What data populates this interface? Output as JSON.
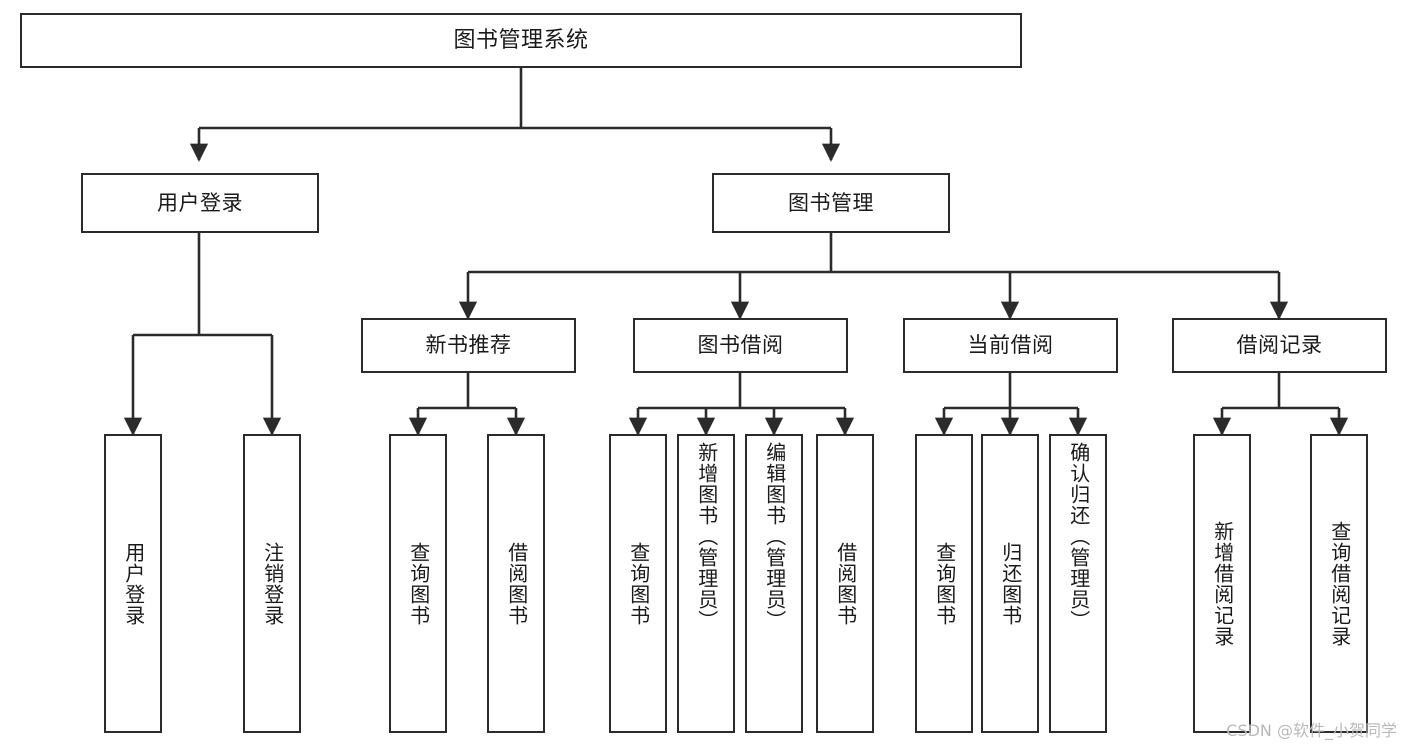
{
  "diagram": {
    "title": "图书管理系统",
    "type": "tree",
    "watermark": "CSDN @软件_小贺同学",
    "colors": {
      "box_border": "#2b2b2b",
      "box_fill": "#ffffff",
      "line": "#2b2b2b",
      "text": "#1a1a1a",
      "watermark": "#b9b9b9",
      "background": "#ffffff"
    },
    "levels": {
      "root": {
        "label": "图书管理系统"
      },
      "level2": [
        {
          "label": "用户登录"
        },
        {
          "label": "图书管理"
        }
      ],
      "level3": [
        {
          "label": "新书推荐"
        },
        {
          "label": "图书借阅"
        },
        {
          "label": "当前借阅"
        },
        {
          "label": "借阅记录"
        }
      ],
      "leaves": {
        "user_login": [
          {
            "label": "用户登录"
          },
          {
            "label": "注销登录"
          }
        ],
        "new_book_recommend": [
          {
            "label": "查询图书"
          },
          {
            "label": "借阅图书"
          }
        ],
        "book_borrow": [
          {
            "label": "查询图书"
          },
          {
            "label": "新增图书（管理员）"
          },
          {
            "label": "编辑图书（管理员）"
          },
          {
            "label": "借阅图书"
          }
        ],
        "current_borrow": [
          {
            "label": "查询图书"
          },
          {
            "label": "归还图书"
          },
          {
            "label": "确认归还（管理员）"
          }
        ],
        "borrow_record": [
          {
            "label": "新增借阅记录"
          },
          {
            "label": "查询借阅记录"
          }
        ]
      }
    }
  }
}
